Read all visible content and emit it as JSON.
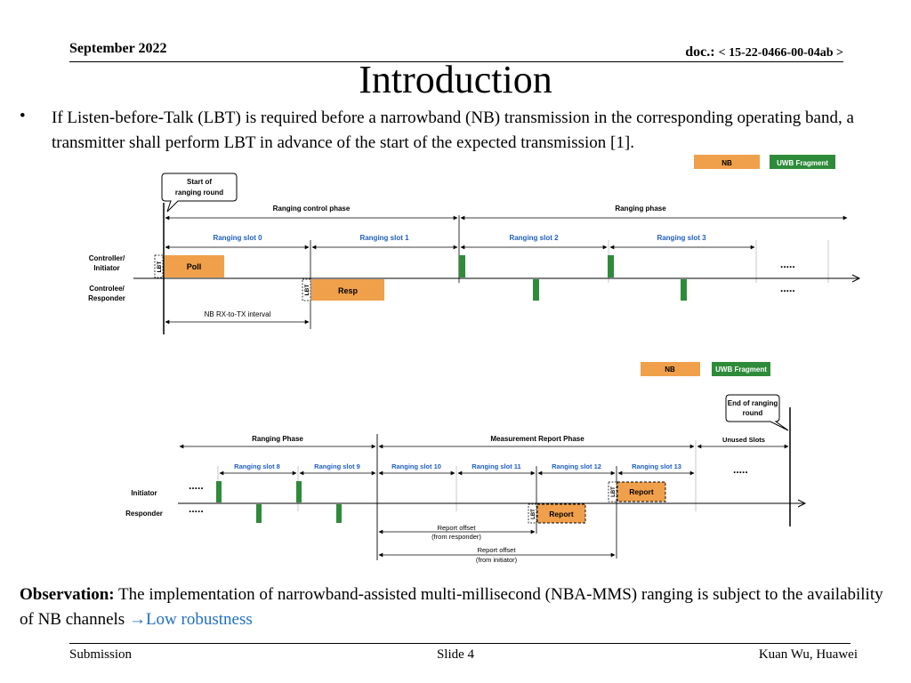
{
  "header": {
    "date": "September 2022",
    "doc_label": "doc.:",
    "doc_number": "15-22-0466-00-04ab"
  },
  "title": "Introduction",
  "bullet": {
    "marker": "•",
    "text": "If Listen-before-Talk (LBT) is required before a narrowband (NB) transmission in the corresponding operating band, a transmitter shall perform LBT in advance of the start of the expected transmission [1]."
  },
  "diagram1": {
    "legend_nb": "NB",
    "legend_uwb": "UWB Fragment",
    "callout": [
      "Start of",
      "ranging round"
    ],
    "phase_control": "Ranging control phase",
    "phase_ranging": "Ranging phase",
    "slots": [
      "Ranging slot 0",
      "Ranging slot 1",
      "Ranging slot 2",
      "Ranging slot 3"
    ],
    "row_top": [
      "Controller/",
      "Initiator"
    ],
    "row_bottom": [
      "Controlee/",
      "Responder"
    ],
    "lbt": "LBT",
    "poll": "Poll",
    "resp": "Resp",
    "interval": "NB RX-to-TX interval",
    "dots": "....."
  },
  "diagram2": {
    "legend_nb": "NB",
    "legend_uwb": "UWB Fragment",
    "callout": [
      "End of ranging",
      "round"
    ],
    "phase_ranging": "Ranging Phase",
    "phase_report": "Measurement Report Phase",
    "phase_unused": "Unused Slots",
    "slots": [
      "Ranging slot 8",
      "Ranging slot 9",
      "Ranging slot 10",
      "Ranging slot 11",
      "Ranging slot 12",
      "Ranging slot 13"
    ],
    "row_top": "Initiator",
    "row_bottom": "Responder",
    "lbt": "LBT",
    "report": "Report",
    "offset_resp": [
      "Report offset",
      "(from responder)"
    ],
    "offset_init": [
      "Report offset",
      "(from initiator)"
    ],
    "dots": "....."
  },
  "observation": {
    "label": "Observation:",
    "text": "The implementation of narrowband-assisted multi-millisecond (NBA-MMS) ranging is subject to the availability of NB channels",
    "arrow": "→",
    "conclusion": "Low robustness"
  },
  "footer": {
    "left": "Submission",
    "center": "Slide 4",
    "right": "Kuan Wu, Huawei"
  },
  "colors": {
    "nb": "#f0a04b",
    "uwb": "#2e8b3a",
    "accent": "#1f6fc0",
    "slot_label": "#1f5fbf"
  }
}
